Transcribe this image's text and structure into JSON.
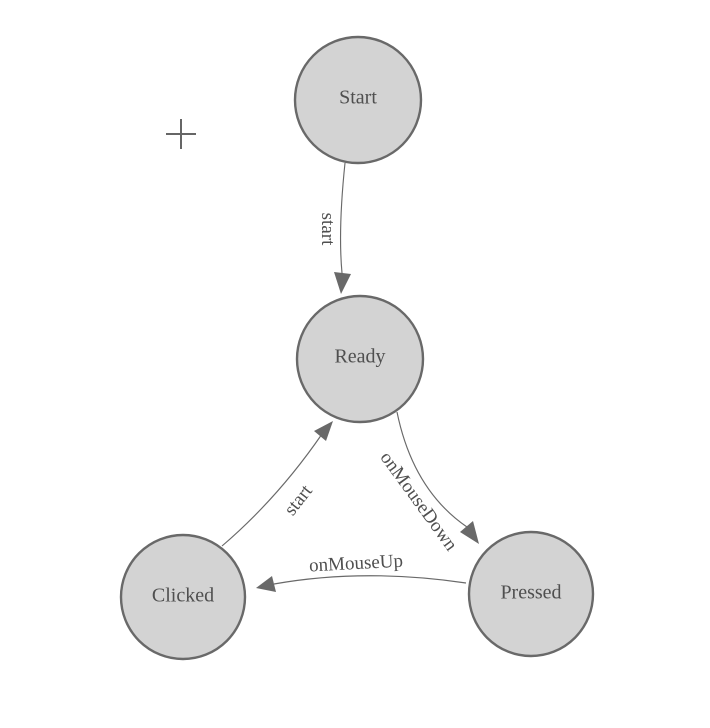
{
  "diagram": {
    "type": "state-machine",
    "nodes": [
      {
        "id": "start",
        "label": "Start"
      },
      {
        "id": "ready",
        "label": "Ready"
      },
      {
        "id": "clicked",
        "label": "Clicked"
      },
      {
        "id": "pressed",
        "label": "Pressed"
      }
    ],
    "edges": [
      {
        "id": "start-to-ready",
        "from": "Start",
        "to": "Ready",
        "label": "start"
      },
      {
        "id": "clicked-to-ready",
        "from": "Clicked",
        "to": "Ready",
        "label": "start"
      },
      {
        "id": "ready-to-pressed",
        "from": "Ready",
        "to": "Pressed",
        "label": "onMouseDown"
      },
      {
        "id": "pressed-to-clicked",
        "from": "Pressed",
        "to": "Clicked",
        "label": "onMouseUp"
      }
    ],
    "icons": {
      "crosshair": "plus-crosshair-icon"
    },
    "colors": {
      "background": "#ffffff",
      "node_fill": "#d3d3d3",
      "node_stroke": "#696969",
      "edge_line": "#696969",
      "arrowhead": "#696969",
      "label_text": "#4f4f4f",
      "crosshair": "#666666"
    }
  }
}
